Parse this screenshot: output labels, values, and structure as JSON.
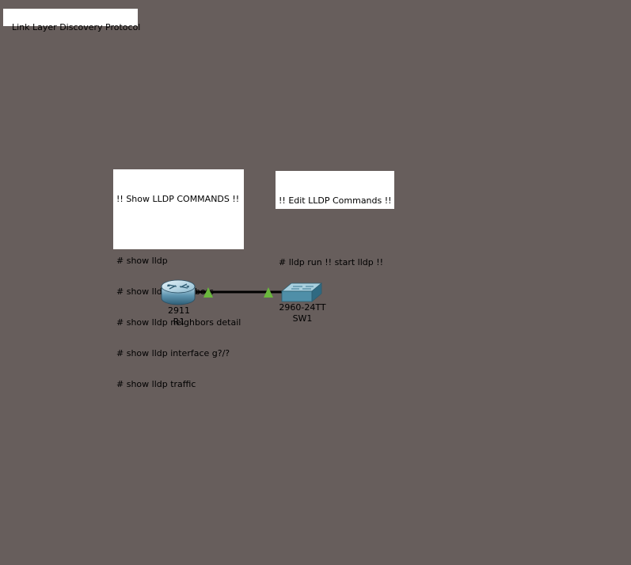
{
  "workspace": {
    "background": "#675e5c",
    "title_note": "Link Layer Discovery Protocol",
    "show_note": {
      "lines": [
        "!! Show LLDP COMMANDS !!",
        "",
        "# show lldp",
        "# show lldp neighbors",
        "# show lldp neighbors detail",
        "# show lldp interface g?/?",
        "# show lldp traffic"
      ]
    },
    "edit_note": {
      "lines": [
        "!! Edit LLDP Commands !!",
        "",
        "# lldp run !! start lldp !!"
      ]
    }
  },
  "devices": {
    "router": {
      "icon": "router-icon",
      "model": "2911",
      "name": "R1"
    },
    "switch": {
      "icon": "switch-icon",
      "model": "2960-24TT",
      "name": "SW1"
    }
  },
  "link": {
    "type": "copper-straight-through",
    "color": "#000000",
    "port_status_color": "#6ab83c",
    "status": [
      "up",
      "up"
    ]
  }
}
